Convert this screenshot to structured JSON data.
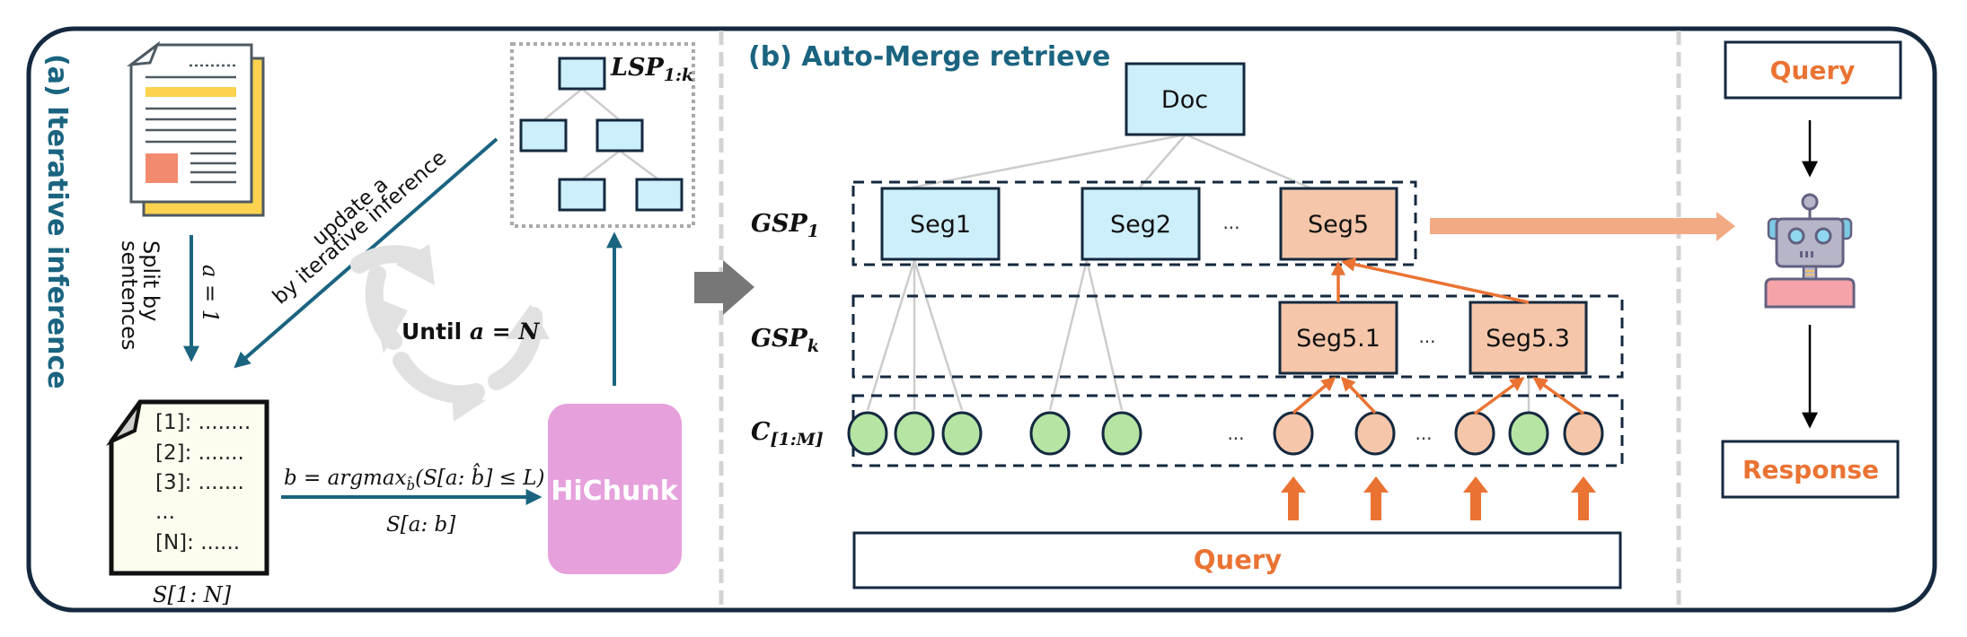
{
  "colors": {
    "frame": "#14293f",
    "title_teal": "#1a6480",
    "arrow_teal": "#1a6480",
    "node_blue": "#cdeefb",
    "node_peach": "#f5c6aa",
    "leaf_green": "#b5e4a3",
    "orange_arrow": "#ea7333",
    "big_orange_arrow": "#f2aa84",
    "hichunk_pink": "#e6a0dc",
    "divider_gray": "#d3d3d3",
    "gray_arrow": "#777777",
    "cycle_gray": "#e1e1e1"
  },
  "panel_a": {
    "title": "(a) Iterative inference",
    "doc_icon": "document-icon",
    "split_label_line1": "Split by",
    "split_label_line2": "sentences",
    "a_init": "a = 1",
    "update_label_line1": "update a",
    "update_label_line2": "by iterative inference",
    "cycle_label_prefix": "Until ",
    "cycle_label_math": "a = N",
    "sentence_list": [
      "[1]: ........",
      "[2]: .......",
      "[3]: .......",
      "...",
      "[N]: ......"
    ],
    "sentence_doc_label": "S[1: N]",
    "formula": "b = argmax",
    "formula_sub": "b̂",
    "formula_rest": "(S[a: b̂] ≤ L)",
    "slice_label": "S[a: b]",
    "hichunk_label": "HiChunk",
    "lsp_label": "LSP",
    "lsp_sub": "1:k"
  },
  "panel_b": {
    "title": "(b) Auto-Merge retrieve",
    "doc_node": "Doc",
    "level_labels": [
      {
        "main": "GSP",
        "sub": "1"
      },
      {
        "main": "GSP",
        "sub": "k"
      },
      {
        "main": "C",
        "sub": "[1:M]"
      }
    ],
    "gsp1_nodes": [
      "Seg1",
      "Seg2",
      "Seg5"
    ],
    "gsp1_ellipsis": "...",
    "gspk_nodes": [
      "Seg5.1",
      "Seg5.3"
    ],
    "gspk_ellipsis": "...",
    "chunk_ellipsis_1": "...",
    "chunk_ellipsis_2": "...",
    "chunks": [
      "green",
      "green",
      "green",
      "green",
      "green",
      "peach",
      "peach",
      "peach",
      "green",
      "peach"
    ],
    "query_label": "Query"
  },
  "panel_c": {
    "query_label": "Query",
    "robot_icon": "robot-icon",
    "response_label": "Response"
  }
}
